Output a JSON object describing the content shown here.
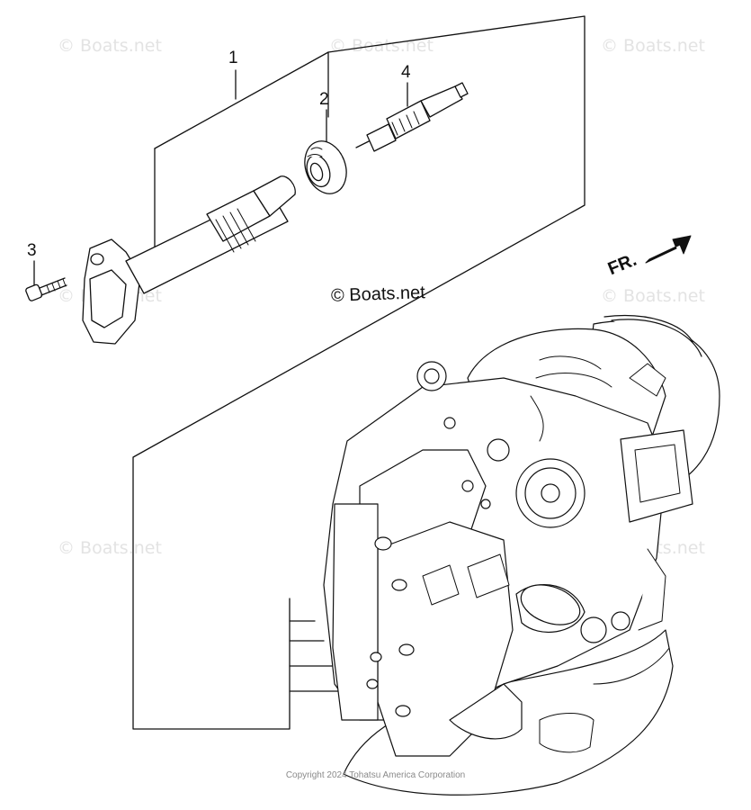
{
  "watermark_text": "© Boats.net",
  "center_watermark": "© Boats.net",
  "callouts": {
    "coil": "1",
    "seal": "2",
    "bolt": "3",
    "spark_plug": "4"
  },
  "front_indicator": "FR.",
  "copyright": "Copyright 2024 Tohatsu America Corporation"
}
